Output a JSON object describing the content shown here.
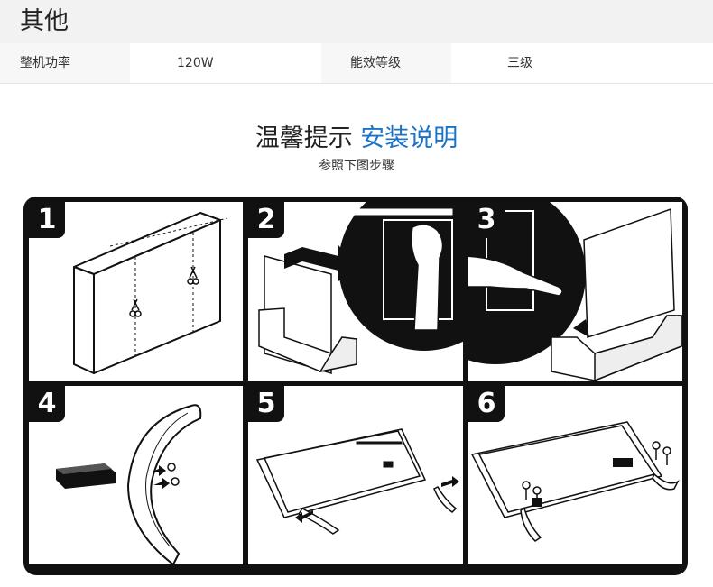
{
  "section": {
    "title": "其他"
  },
  "specs": [
    {
      "label": "整机功率",
      "value": "120W"
    },
    {
      "label": "能效等级",
      "value": "三级"
    }
  ],
  "tips": {
    "heading_main": "温馨提示",
    "heading_accent": "安装说明",
    "subtitle": "参照下图步骤",
    "accent_color": "#1a73c7"
  },
  "steps": [
    {
      "number": "1",
      "icon": "boxed-tv-with-scissors"
    },
    {
      "number": "2",
      "icon": "lift-tv-out-of-foam"
    },
    {
      "number": "3",
      "icon": "remove-tv-from-packaging"
    },
    {
      "number": "4",
      "icon": "attach-bracket-to-stand-leg"
    },
    {
      "number": "5",
      "icon": "place-tv-face-down-insert-legs"
    },
    {
      "number": "6",
      "icon": "screw-stand-legs-to-tv"
    }
  ]
}
